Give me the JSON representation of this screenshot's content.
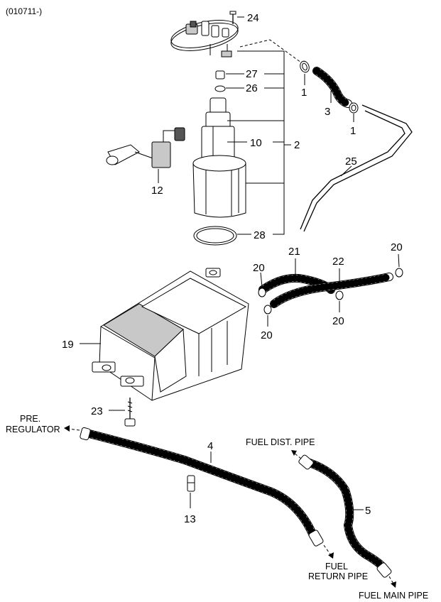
{
  "diagram": {
    "code": "(010711-)",
    "callouts": {
      "c24": "24",
      "c1a": "1",
      "c1b": "1",
      "c27": "27",
      "c26": "26",
      "c3": "3",
      "c10": "10",
      "c2": "2",
      "c25": "25",
      "c12": "12",
      "c28": "28",
      "c21": "21",
      "c22": "22",
      "c20a": "20",
      "c20b": "20",
      "c20c": "20",
      "c20d": "20",
      "c19": "19",
      "c23": "23",
      "c4": "4",
      "c5": "5",
      "c13": "13"
    },
    "labels": {
      "pre_regulator_1": "PRE.",
      "pre_regulator_2": "REGULATOR",
      "fuel_dist_pipe": "FUEL DIST. PIPE",
      "fuel_return_1": "FUEL",
      "fuel_return_2": "RETURN PIPE",
      "fuel_main_pipe": "FUEL MAIN PIPE"
    }
  }
}
